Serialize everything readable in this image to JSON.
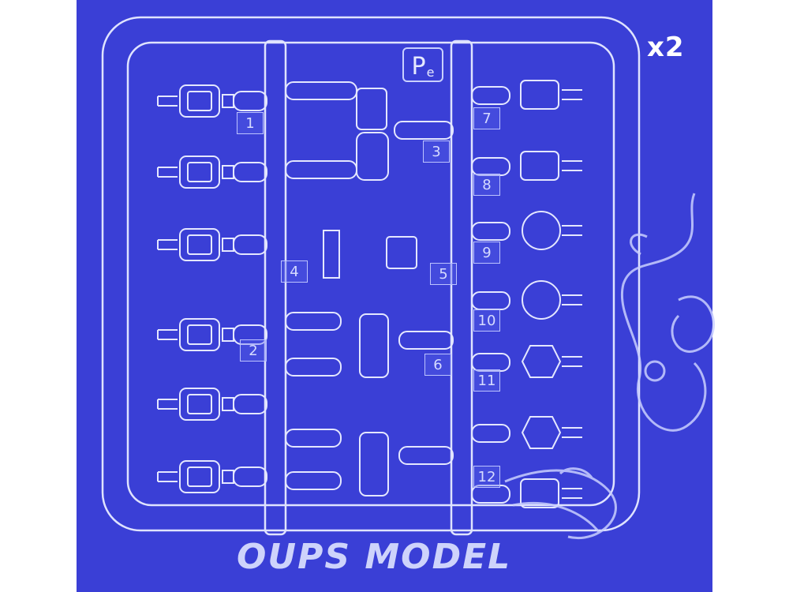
{
  "quantity_label": "x2",
  "sprue_code": {
    "main": "P",
    "sub": "e"
  },
  "brand_watermark": "OUPS MODEL",
  "part_numbers": [
    "1",
    "2",
    "3",
    "4",
    "5",
    "6",
    "7",
    "8",
    "9",
    "10",
    "11",
    "12"
  ],
  "colors": {
    "background": "#3a3fd6",
    "outline": "#dfe3ff",
    "text": "#ffffff"
  }
}
